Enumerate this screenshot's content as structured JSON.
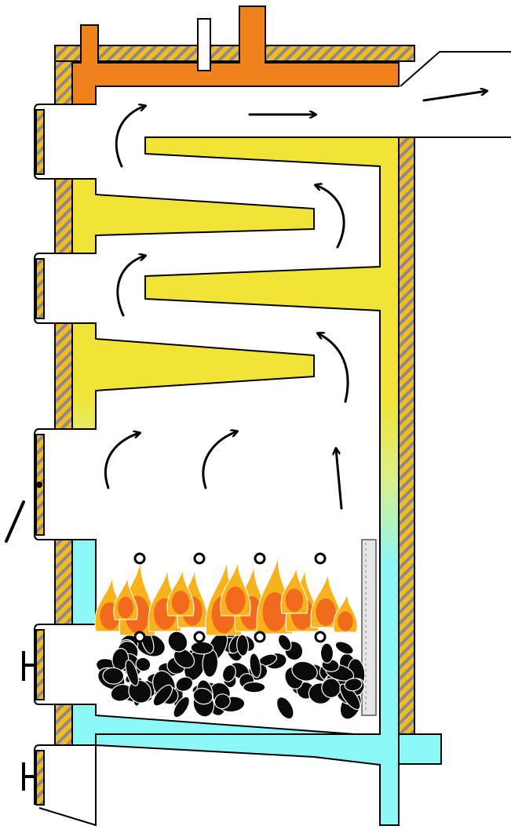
{
  "diagram": {
    "kind": "solid-fuel boiler cross-section",
    "colors": {
      "outlet_pipe": "#F0821E",
      "hot_water_top": "#F2E437",
      "hot_water_mid": "#D9F08A",
      "cool_water": "#8CF7F7",
      "insulation_stripe_a": "#F5BA1E",
      "insulation_stripe_b": "#8A8A8A",
      "flame_outer": "#F7B21C",
      "flame_inner": "#F26A1B",
      "coal": "#0A0A0A",
      "outline": "#000000"
    },
    "parts": {
      "outlet_nozzles": 2,
      "sensor_sleeve": 1,
      "flue_outlet": 1,
      "heat_exchanger_baffles": 4,
      "doors": 5,
      "grate_bolts": 4,
      "flue_gas_arrows": 10,
      "return_pipe": 1
    }
  }
}
